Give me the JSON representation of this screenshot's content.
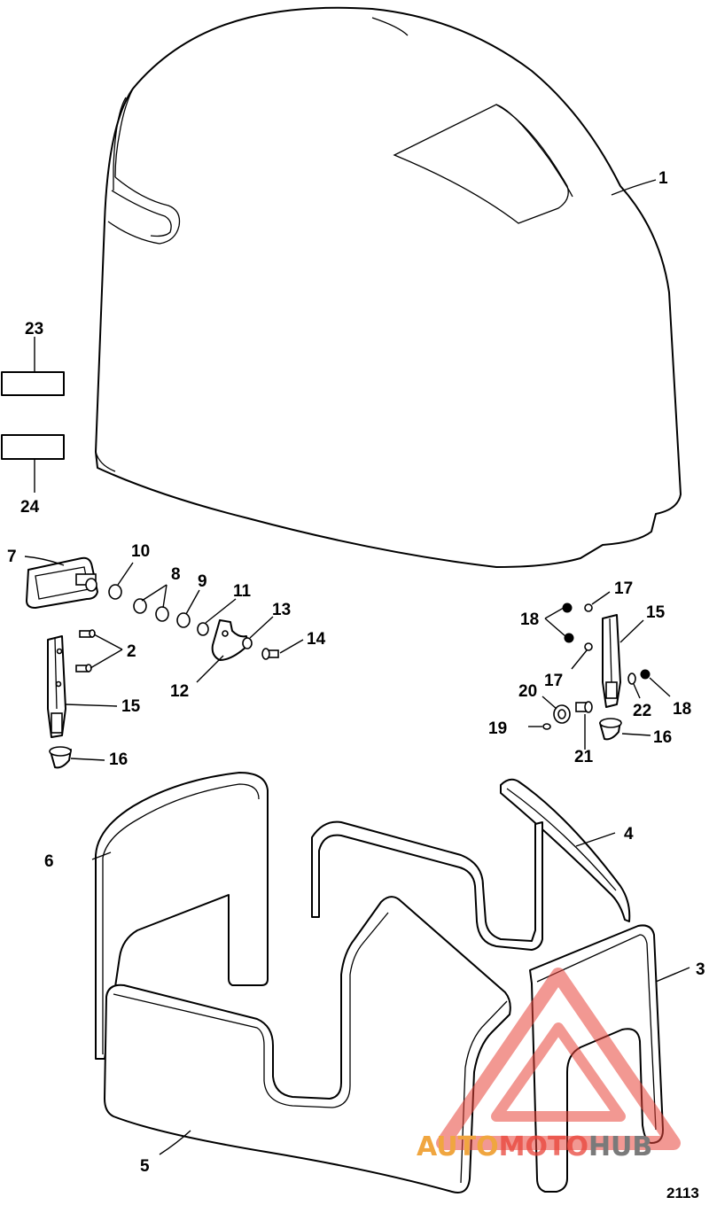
{
  "figure_number": "2113",
  "callouts": {
    "c1": "1",
    "c2": "2",
    "c3": "3",
    "c4": "4",
    "c5": "5",
    "c6": "6",
    "c7": "7",
    "c8": "8",
    "c9": "9",
    "c10": "10",
    "c11": "11",
    "c12": "12",
    "c13": "13",
    "c14": "14",
    "c15a": "15",
    "c15b": "15",
    "c16a": "16",
    "c16b": "16",
    "c17a": "17",
    "c17b": "17",
    "c18a": "18",
    "c18b": "18",
    "c19": "19",
    "c20": "20",
    "c21": "21",
    "c22": "22",
    "c23": "23",
    "c24": "24"
  },
  "watermark": {
    "part1": "AUTO",
    "part2": "MOTO",
    "part3": "HUB",
    "colors": {
      "red": "#e8443a",
      "orange": "#f0a640",
      "gray": "#7a7a7a"
    }
  }
}
